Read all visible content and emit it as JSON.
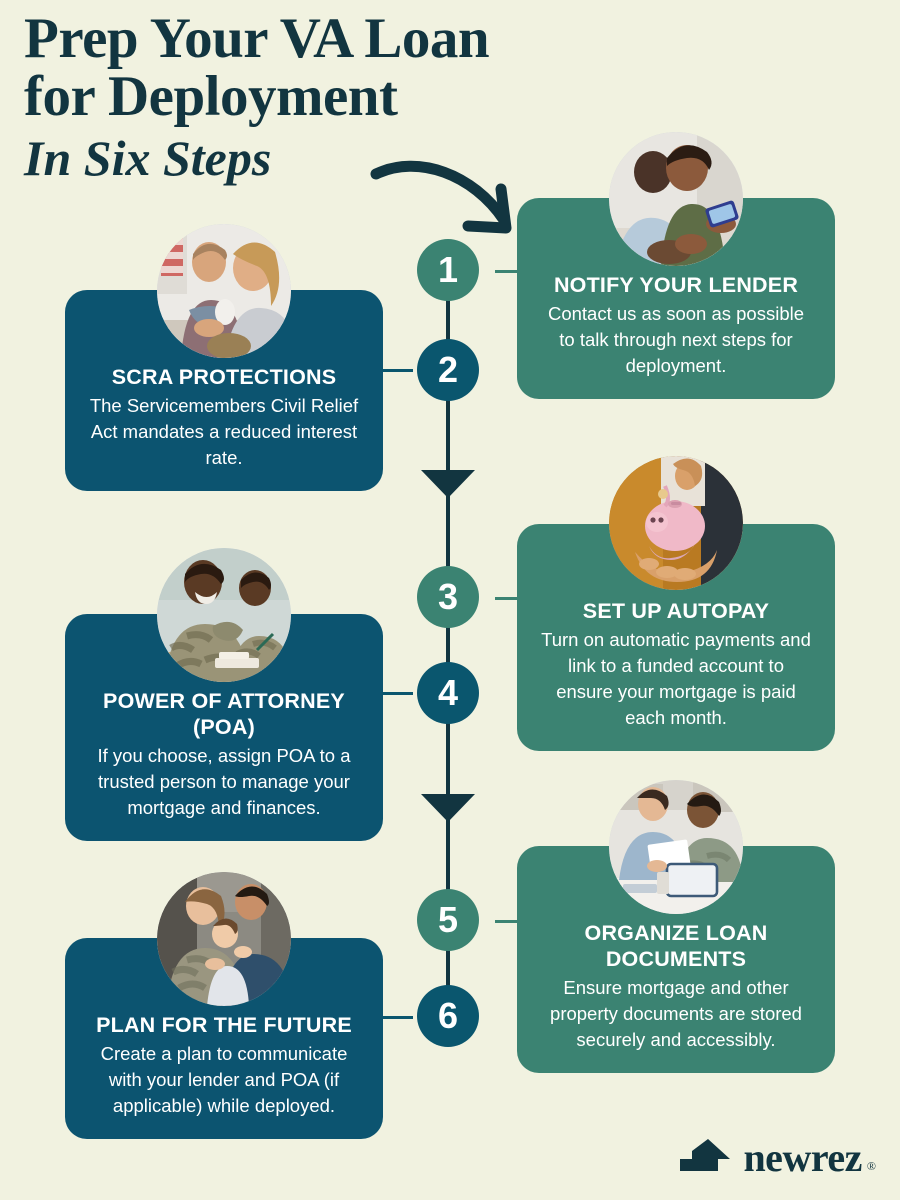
{
  "header": {
    "title_line1": "Prep Your VA Loan",
    "title_line2": "for Deployment",
    "subtitle": "In Six Steps"
  },
  "colors": {
    "background": "#f1f2e0",
    "title_text": "#123540",
    "card_dark": "#0c5470",
    "card_green": "#3b8372",
    "circle_green": "#3b8372",
    "circle_dark": "#0a566e",
    "spine": "#123540",
    "card_text": "#ffffff"
  },
  "steps": [
    {
      "number": "1",
      "side": "right",
      "accent": "green",
      "title": "NOTIFY YOUR LENDER",
      "body": "Contact us as soon as possible to talk through next steps for deployment.",
      "photo": "couple-with-phone-photo"
    },
    {
      "number": "2",
      "side": "left",
      "accent": "dark",
      "title": "SCRA PROTECTIONS",
      "body": "The Servicemembers Civil Relief Act mandates a reduced interest rate.",
      "photo": "couple-talking-photo"
    },
    {
      "number": "3",
      "side": "right",
      "accent": "green",
      "title": "SET UP AUTOPAY",
      "body": "Turn on automatic payments and link to a funded account to ensure your mortgage is paid each month.",
      "photo": "piggy-bank-photo"
    },
    {
      "number": "4",
      "side": "left",
      "accent": "dark",
      "title": "POWER OF ATTORNEY (POA)",
      "body": "If you choose, assign POA to a trusted person to manage your mortgage and finances.",
      "photo": "soldiers-meeting-photo"
    },
    {
      "number": "5",
      "side": "right",
      "accent": "green",
      "title": "ORGANIZE LOAN DOCUMENTS",
      "body": "Ensure mortgage and other property documents are stored securely and accessibly.",
      "photo": "documents-review-photo"
    },
    {
      "number": "6",
      "side": "left",
      "accent": "dark",
      "title": "PLAN FOR THE FUTURE",
      "body": "Create a plan to communicate with your lender and POA (if applicable) while deployed.",
      "photo": "military-family-photo"
    }
  ],
  "logo": {
    "text": "newrez",
    "trademark": "®",
    "mark": "house-roof-icon"
  }
}
